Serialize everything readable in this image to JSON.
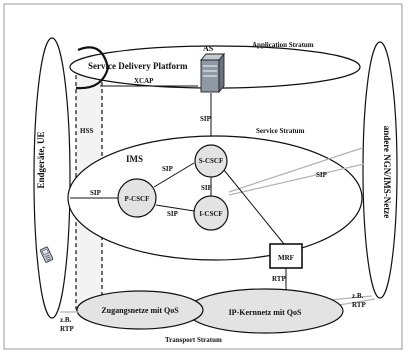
{
  "strata": {
    "application": "Application Stratum",
    "service": "Service Stratum",
    "transport": "Transport Stratum"
  },
  "nodes": {
    "service_delivery_platform": "Service Delivery Platform",
    "as": "AS",
    "hss": "HSS",
    "ims": "IMS",
    "s_cscf": "S-CSCF",
    "p_cscf": "P-CSCF",
    "i_cscf": "I-CSCF",
    "mrf": "MRF",
    "access_networks": "Zugangsnetze mit QoS",
    "ip_core": "IP-Kernnetz mit QoS",
    "user_equipment": "Endgeräte, UE",
    "other_networks": "andere NGN/IMS-Netze"
  },
  "links": {
    "xcap": "XCAP",
    "sip_as": "SIP",
    "sip_ue": "SIP",
    "sip_p_s": "SIP",
    "sip_p_i": "SIP",
    "sip_s_i": "SIP",
    "sip_other": "SIP",
    "rtp_mrf": "RTP",
    "rtp_left": "z.B.\nRTP",
    "rtp_right": "z.B.\nRTP"
  },
  "colors": {
    "line": "#111111",
    "gray_fill": "#e3e3e3",
    "gray_link": "#b4b4b4"
  },
  "icons": [
    "server-icon",
    "mobile-phone-icon"
  ]
}
